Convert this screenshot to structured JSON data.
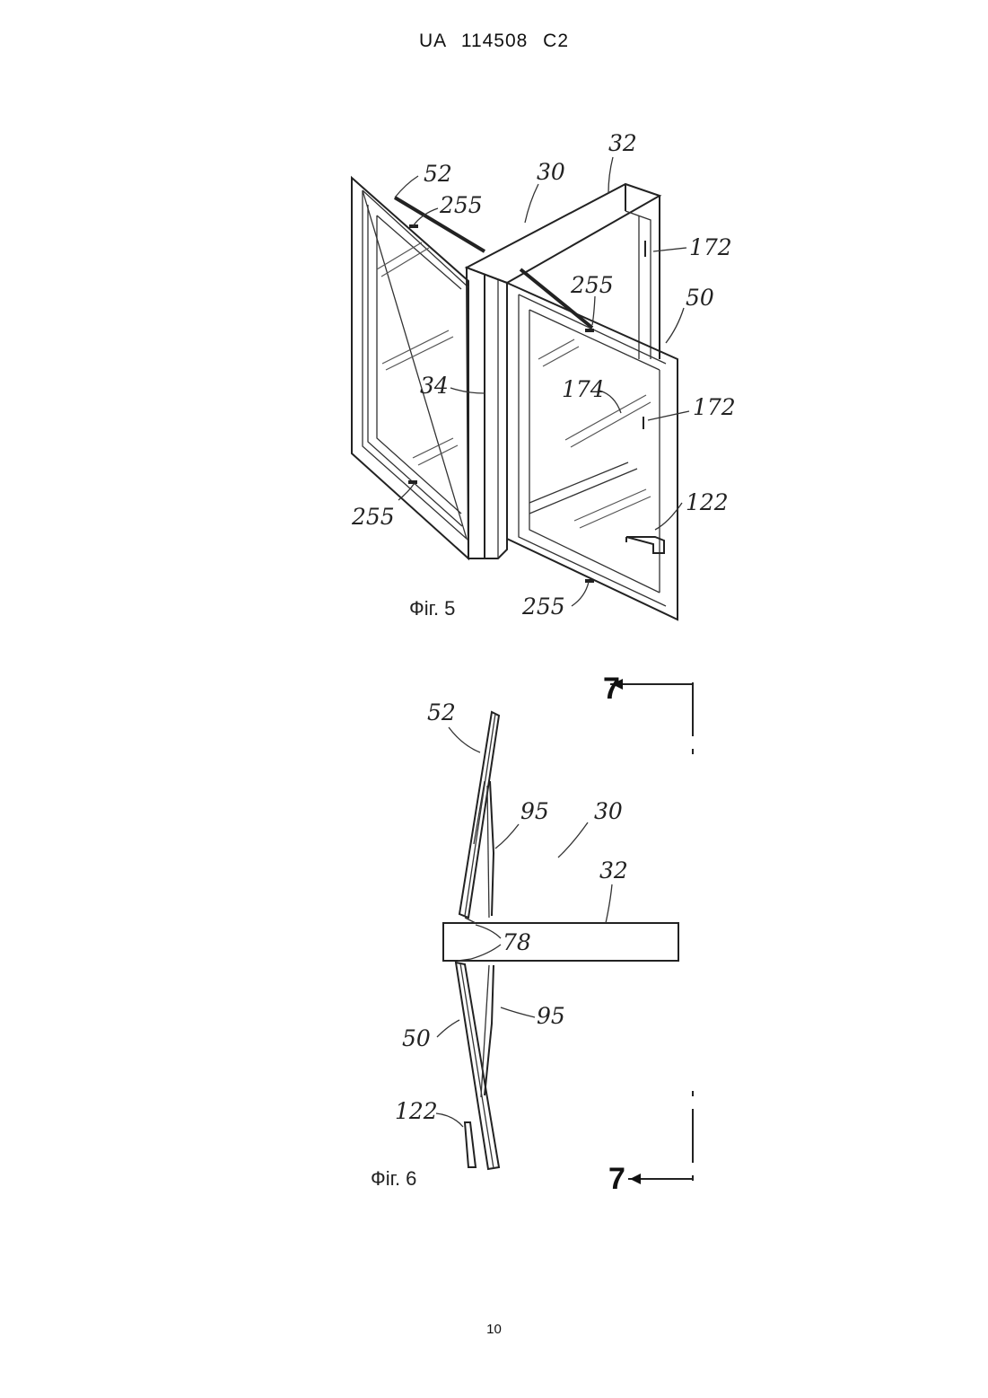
{
  "header": {
    "text": "UA   114508   C2"
  },
  "page_number": "10",
  "figure5": {
    "caption": "Фіг. 5",
    "labels": {
      "l52": "52",
      "l30": "30",
      "l32": "32",
      "l255_top": "255",
      "l172_top": "172",
      "l255_mid": "255",
      "l50": "50",
      "l34": "34",
      "l174": "174",
      "l172_mid": "172",
      "l122": "122",
      "l255_left": "255",
      "l255_bottom": "255"
    }
  },
  "figure6": {
    "caption": "Фіг. 6",
    "section_top": "7",
    "section_bottom": "7",
    "labels": {
      "l52": "52",
      "l95_top": "95",
      "l30": "30",
      "l32": "32",
      "l78": "78",
      "l95_bottom": "95",
      "l50": "50",
      "l122": "122"
    }
  }
}
